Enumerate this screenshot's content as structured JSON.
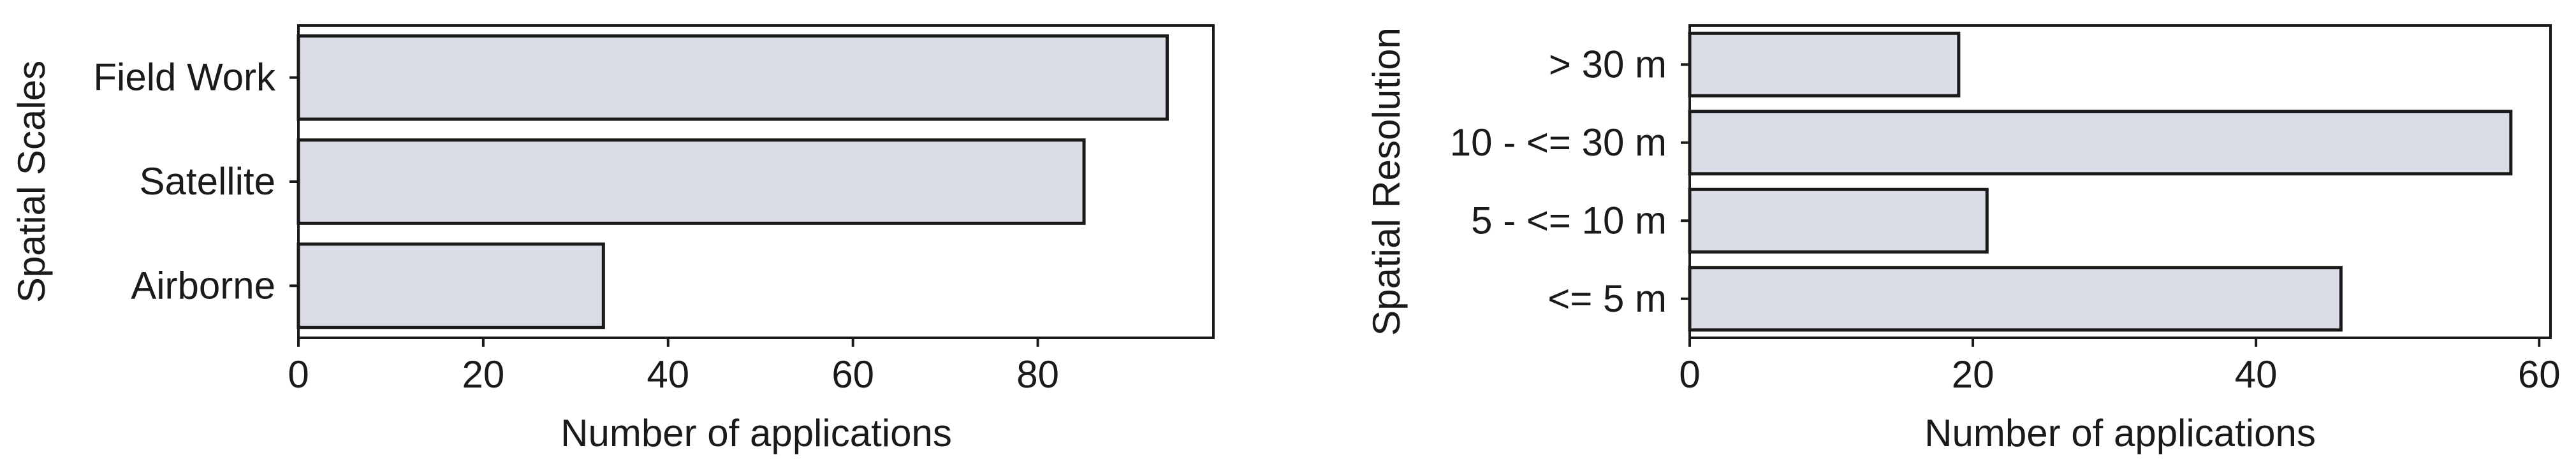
{
  "style": {
    "bar_fill": "#dadde5",
    "bar_stroke": "#1a1a1a",
    "axis_color": "#1a1a1a",
    "background": "#ffffff"
  },
  "chart_data": [
    {
      "type": "bar",
      "orientation": "horizontal",
      "categories": [
        "Field Work",
        "Satellite",
        "Airborne"
      ],
      "values": [
        94,
        85,
        33
      ],
      "xlabel": "Number of applications",
      "ylabel": "Spatial Scales",
      "xlim": [
        0,
        99
      ],
      "xticks": [
        0,
        20,
        40,
        60,
        80
      ],
      "grid": false,
      "legend": "none"
    },
    {
      "type": "bar",
      "orientation": "horizontal",
      "categories": [
        "> 30 m",
        "10 - <= 30 m",
        "5 - <= 10 m",
        "<= 5 m"
      ],
      "values": [
        19,
        58,
        21,
        46
      ],
      "xlabel": "Number of applications",
      "ylabel": "Spatial Resolution",
      "xlim": [
        0,
        60.8
      ],
      "xticks": [
        0,
        20,
        40,
        60
      ],
      "grid": false,
      "legend": "none"
    }
  ]
}
